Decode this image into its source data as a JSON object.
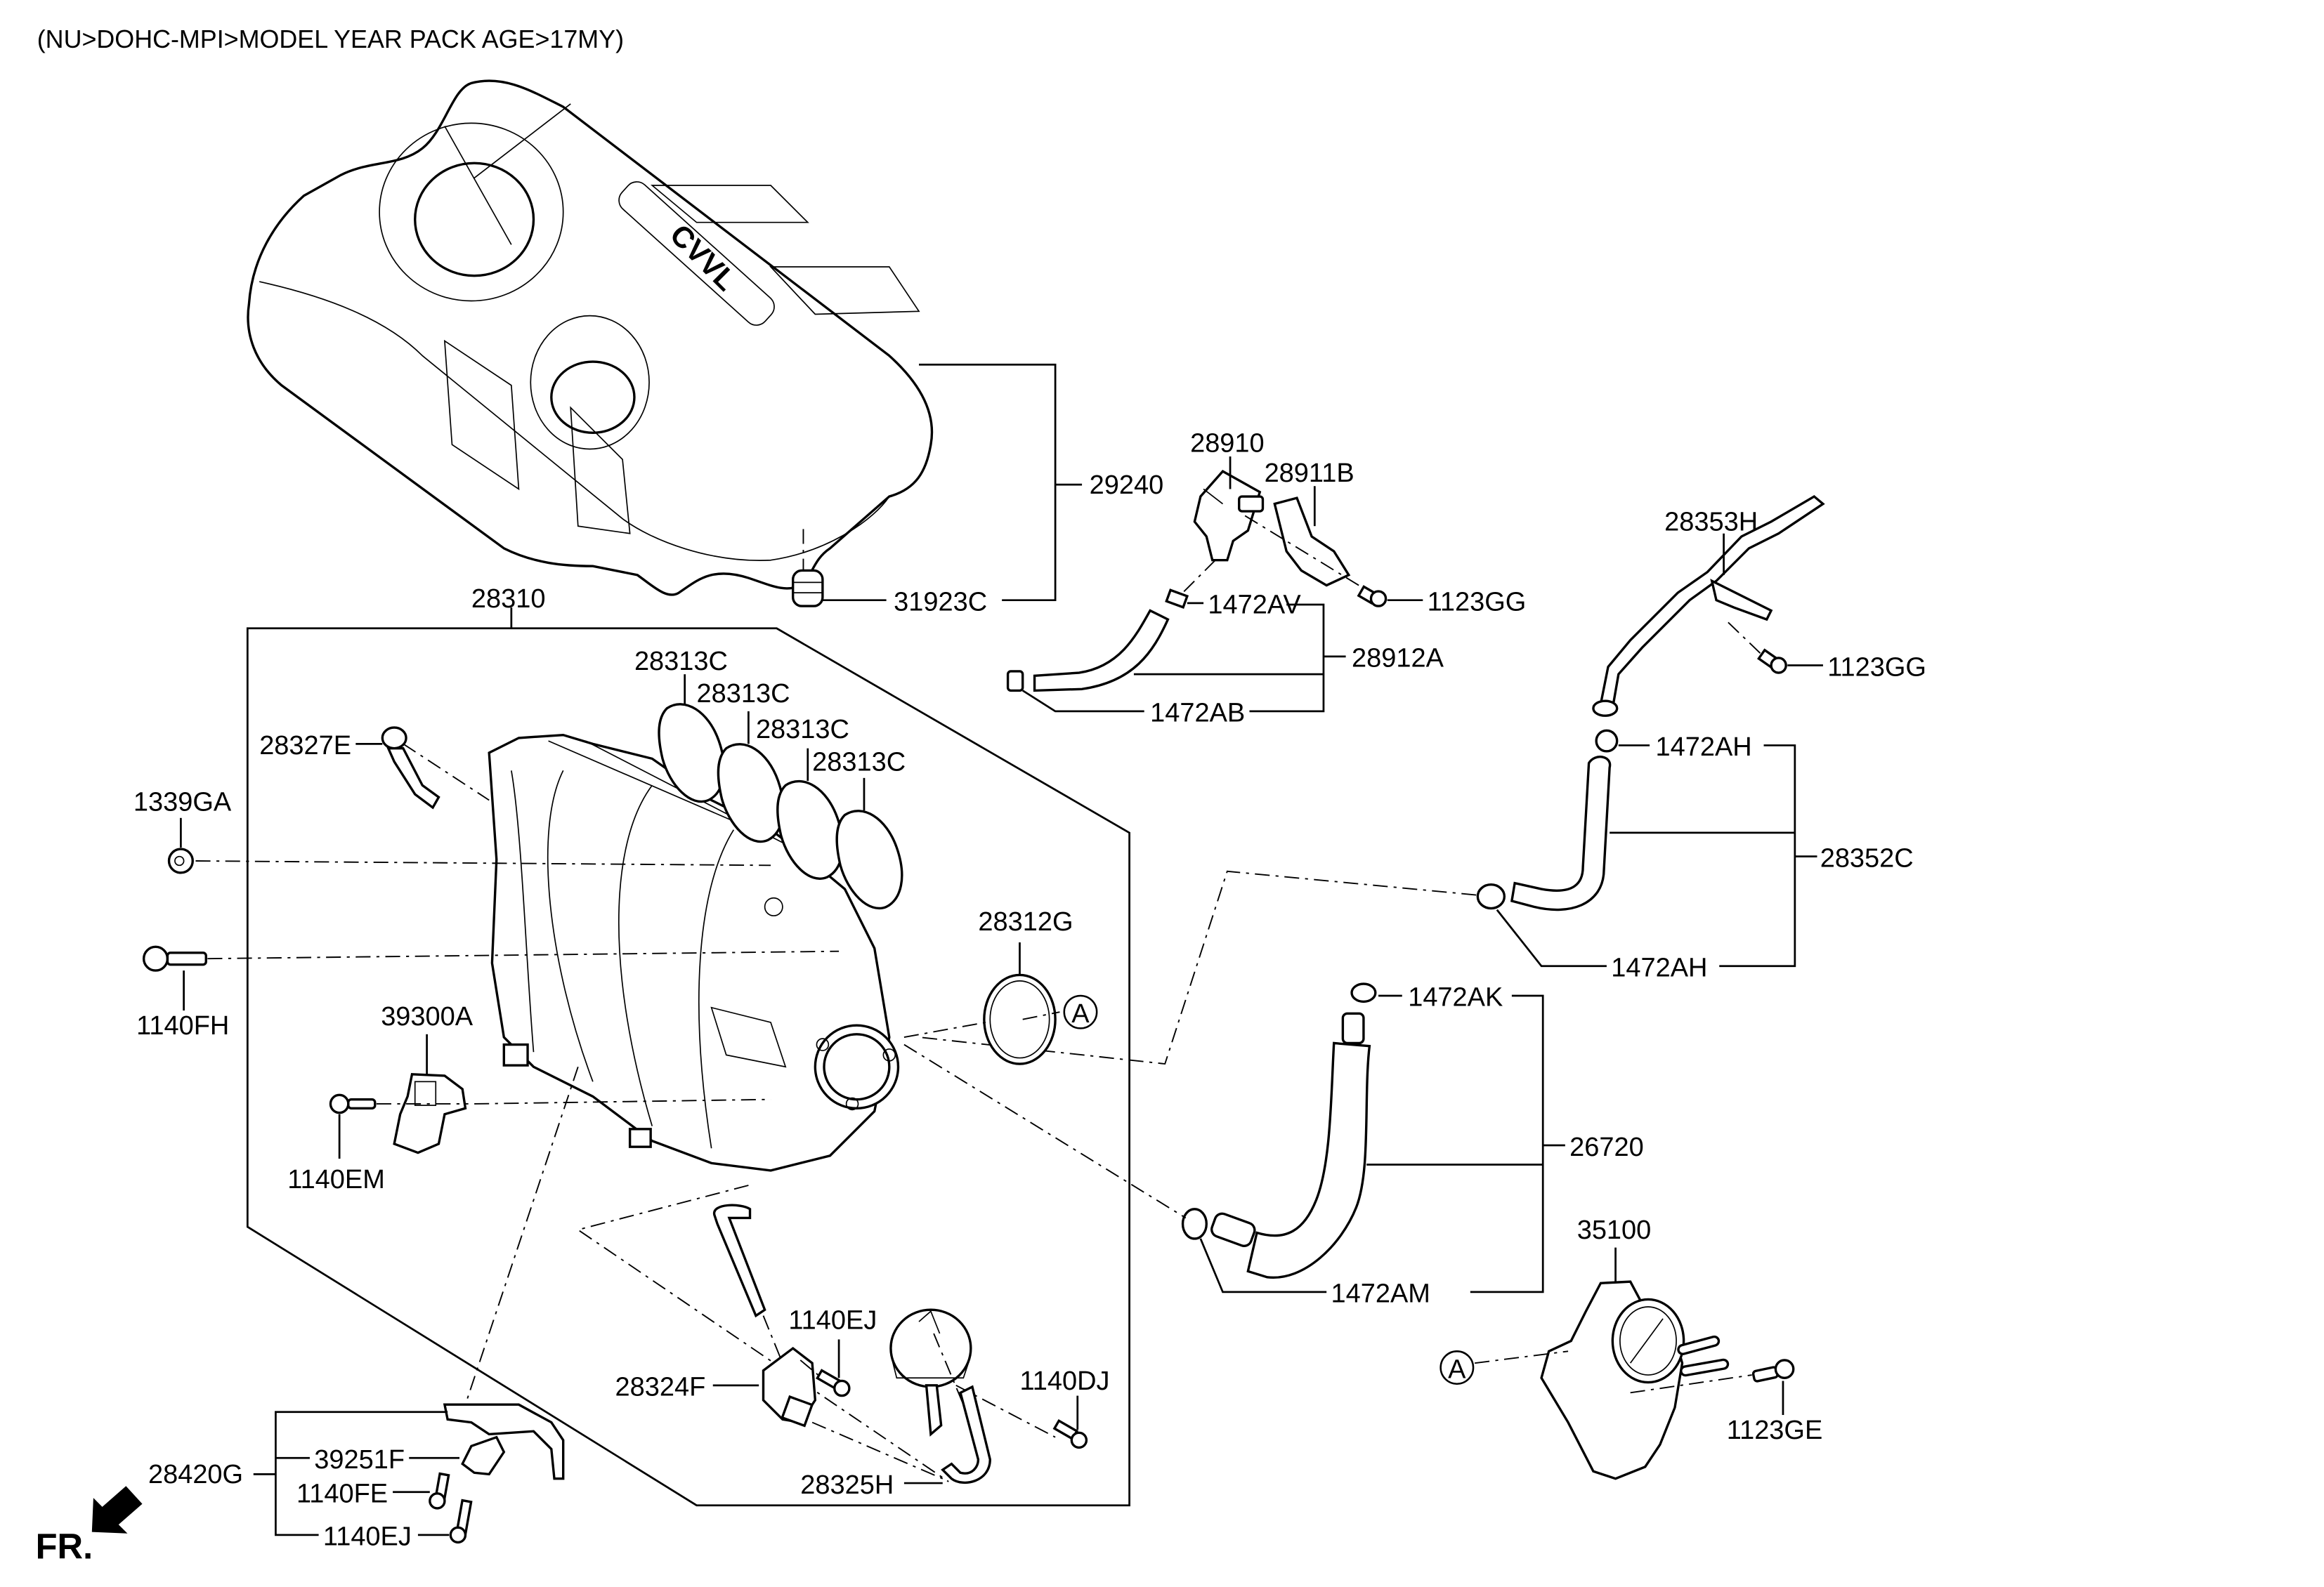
{
  "title": "(NU>DOHC-MPI>MODEL YEAR PACK AGE>17MY)",
  "direction_label": "FR.",
  "reference_marker": "A",
  "labels": {
    "engine_cover_assy": "29240",
    "engine_cover_grommet": "31923C",
    "purge_valve": "28910",
    "purge_valve_bracket": "28911B",
    "purge_bolt": "1123GG",
    "purge_clamp_upper": "1472AV",
    "purge_hose_assy": "28912A",
    "purge_clamp_lower": "1472AB",
    "pcv_pipe": "28353H",
    "pcv_pipe_bolt": "1123GG",
    "pcv_clamp_upper": "1472AH",
    "pcv_hose_assy": "28352C",
    "pcv_clamp_lower": "1472AH",
    "intake_manifold": "28310",
    "gasket_1": "28313C",
    "gasket_2": "28313C",
    "gasket_3": "28313C",
    "gasket_4": "28313C",
    "pcv_hose_fitting": "28327E",
    "nut": "1339GA",
    "manifold_bolt": "1140FH",
    "map_sensor": "39300A",
    "map_sensor_bolt": "1140EM",
    "throttle_gasket": "28312G",
    "coolant_clamp_upper": "1472AK",
    "coolant_hose_assy": "26720",
    "coolant_clamp_lower": "1472AM",
    "throttle_body": "35100",
    "throttle_body_bolt": "1123GE",
    "solenoid_bolt": "1140EJ",
    "vis_solenoid": "28324F",
    "actuator_bolt": "1140DJ",
    "vacuum_hose": "28325H",
    "bracket_assy": "28420G",
    "bracket_sensor": "39251F",
    "bracket_bolt_1": "1140FE",
    "bracket_bolt_2": "1140EJ"
  },
  "emblem_text": "CVVL"
}
